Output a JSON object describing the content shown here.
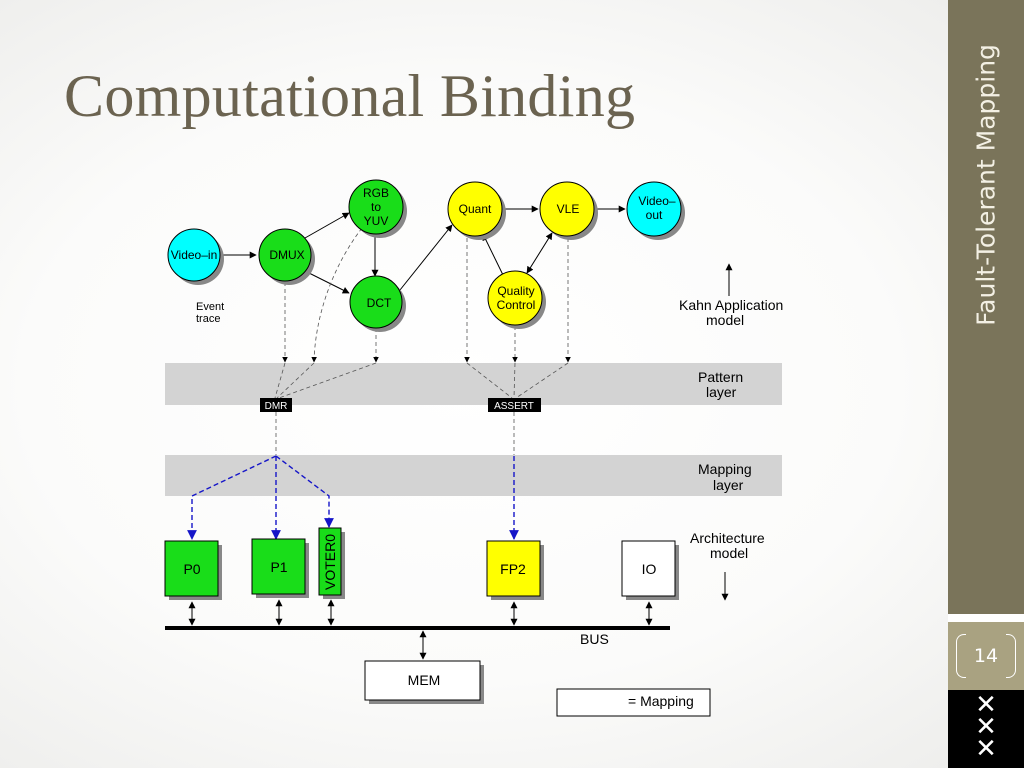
{
  "slide": {
    "title": "Computational Binding",
    "side_title": "Fault-Tolerant Mapping",
    "page_number": "14"
  },
  "colors": {
    "process_green": "#19dd19",
    "process_yellow": "#ffff00",
    "process_cyan": "#00ffff",
    "band_gray": "#d3d3d3",
    "mapping_blue": "#1515c8",
    "sidebar": "#7a745a"
  },
  "diagram": {
    "nodes": {
      "video_in": "Video–in",
      "dmux": "DMUX",
      "rgb_l1": "RGB",
      "rgb_l2": "to",
      "rgb_l3": "YUV",
      "dct": "DCT",
      "quant": "Quant",
      "vle": "VLE",
      "video_out_l1": "Video–",
      "video_out_l2": "out",
      "qc_l1": "Quality",
      "qc_l2": "Control"
    },
    "event_trace_l1": "Event",
    "event_trace_l2": "trace",
    "kahn_l1": "Kahn Application",
    "kahn_l2": "model",
    "pattern_l1": "Pattern",
    "pattern_l2": "layer",
    "dmr": "DMR",
    "assert": "ASSERT",
    "mapping_l1": "Mapping",
    "mapping_l2": "layer",
    "arch_l1": "Architecture",
    "arch_l2": "model",
    "p0": "P0",
    "p1": "P1",
    "voter": "VOTER0",
    "fp2": "FP2",
    "io": "IO",
    "bus": "BUS",
    "mem": "MEM",
    "legend": "= Mapping"
  }
}
